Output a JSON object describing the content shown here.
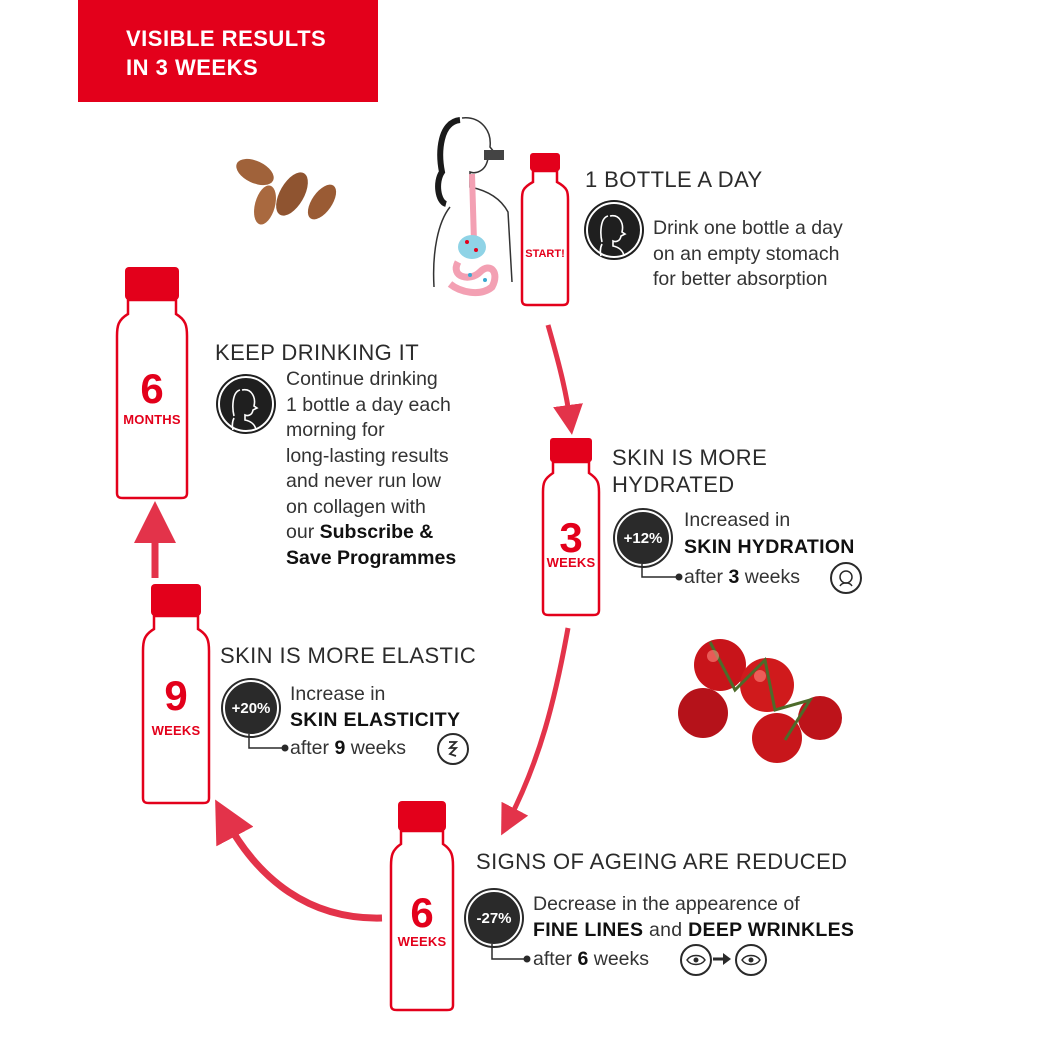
{
  "banner": {
    "line1": "VISIBLE RESULTS",
    "line2": "IN 3 WEEKS"
  },
  "colors": {
    "accent": "#e3001b",
    "dark": "#2a2a2a",
    "text": "#2b2b2b"
  },
  "step_start": {
    "bottle_label": "START!",
    "title": "1 BOTTLE A DAY",
    "text_lines": [
      "Drink one bottle a day",
      "on an empty stomach",
      "for better absorption"
    ],
    "icon": "woman-drinking-icon"
  },
  "step_3w": {
    "number": "3",
    "unit": "WEEKS",
    "title_lines": [
      "SKIN IS MORE",
      "HYDRATED"
    ],
    "badge": "+12%",
    "line1": "Increased in",
    "bold": "SKIN HYDRATION",
    "after_prefix": "after",
    "after_num": "3",
    "after_suffix": "weeks",
    "icon": "face-hydration-icon"
  },
  "step_6w": {
    "number": "6",
    "unit": "WEEKS",
    "title": "SIGNS OF AGEING ARE REDUCED",
    "badge": "-27%",
    "line1": "Decrease in the appearence of",
    "bold1": "FINE LINES",
    "and": "and",
    "bold2": "DEEP WRINKLES",
    "after_prefix": "after",
    "after_num": "6",
    "after_suffix": "weeks",
    "icon": "eye-wrinkles-icon"
  },
  "step_9w": {
    "number": "9",
    "unit": "WEEKS",
    "title": "SKIN IS MORE ELASTIC",
    "badge": "+20%",
    "line1": "Increase in",
    "bold": "SKIN ELASTICITY",
    "after_prefix": "after",
    "after_num": "9",
    "after_suffix": "weeks",
    "icon": "elasticity-icon"
  },
  "step_6m": {
    "number": "6",
    "unit": "MONTHS",
    "title": "KEEP DRINKING IT",
    "text_lines": [
      "Continue drinking",
      "1 bottle a day each",
      "morning for",
      "long-lasting results",
      "and never run low",
      "on collagen with"
    ],
    "text_last_prefix": "our",
    "bold1": "Subscribe &",
    "bold2": "Save Programmes",
    "icon": "woman-profile-icon"
  }
}
